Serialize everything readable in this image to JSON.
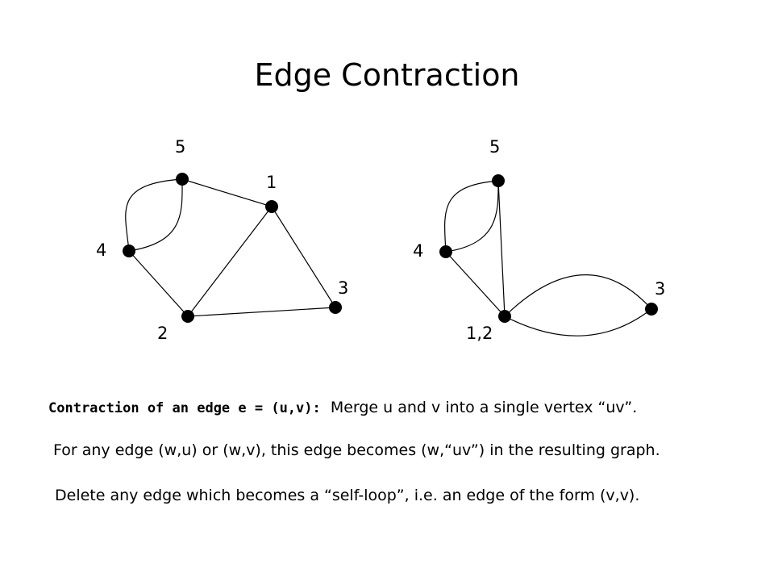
{
  "title": "Edge Contraction",
  "graphs": [
    {
      "id": "original",
      "vertices": [
        {
          "id": "5",
          "label": "5"
        },
        {
          "id": "1",
          "label": "1"
        },
        {
          "id": "4",
          "label": "4"
        },
        {
          "id": "3",
          "label": "3"
        },
        {
          "id": "2",
          "label": "2"
        }
      ],
      "edges": [
        [
          "5",
          "4"
        ],
        [
          "5",
          "4"
        ],
        [
          "5",
          "1"
        ],
        [
          "4",
          "2"
        ],
        [
          "1",
          "2"
        ],
        [
          "1",
          "3"
        ],
        [
          "2",
          "3"
        ]
      ]
    },
    {
      "id": "contracted",
      "vertices": [
        {
          "id": "5",
          "label": "5"
        },
        {
          "id": "4",
          "label": "4"
        },
        {
          "id": "3",
          "label": "3"
        },
        {
          "id": "1,2",
          "label": "1,2"
        }
      ],
      "edges": [
        [
          "5",
          "4"
        ],
        [
          "5",
          "4"
        ],
        [
          "5",
          "1,2"
        ],
        [
          "4",
          "1,2"
        ],
        [
          "1,2",
          "3"
        ],
        [
          "1,2",
          "3"
        ]
      ]
    }
  ],
  "description": {
    "definition_term": "Contraction of an edge e = (u,v):",
    "definition_text": "Merge u and v into a single vertex “uv”.",
    "rule_edges": "For any edge (w,u) or (w,v), this edge becomes (w,“uv”) in the resulting graph.",
    "rule_loops": "Delete any edge which becomes a “self-loop”, i.e. an edge of the form (v,v)."
  }
}
